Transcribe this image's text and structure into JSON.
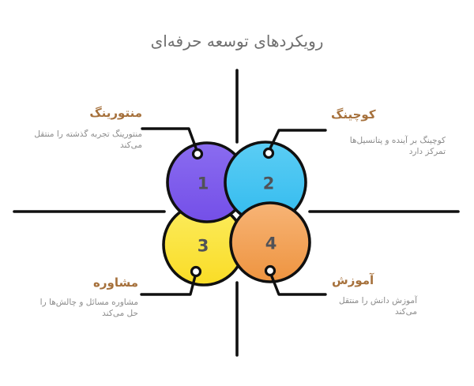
{
  "title": "رویکردهای توسعه حرفه‌ای",
  "groups": [
    {
      "number": "1",
      "label": "منتورینگ",
      "description": "منتورینگ تجربه گذشته را منتقل می‌کند",
      "color": "#7b5bea",
      "position": "top-left"
    },
    {
      "number": "2",
      "label": "کوچینگ",
      "description": "کوچینگ بر آینده و پتانسیل‌ها تمرکز دارد",
      "color": "#3fc1f1",
      "position": "top-right"
    },
    {
      "number": "3",
      "label": "مشاوره",
      "description": "مشاوره مسائل و چالش‌ها را حل می‌کند",
      "color": "#fae23b",
      "position": "bottom-left"
    },
    {
      "number": "4",
      "label": "آموزش",
      "description": "آموزش دانش را منتقل می‌کند",
      "color": "#f2a45b",
      "position": "bottom-right"
    }
  ],
  "colors": {
    "purple_light": "#8a6cf0",
    "purple_dark": "#744fe8",
    "blue_light": "#5bcdf4",
    "blue_dark": "#33bbef",
    "yellow_light": "#fcec5e",
    "yellow_dark": "#f9dc26",
    "orange_light": "#f7b476",
    "orange_dark": "#ee9440",
    "outline": "#101010",
    "heading_text": "#a6713c",
    "description_text": "#8b8b8b",
    "title_text": "#6e6e6e",
    "number_text": "#515257"
  }
}
